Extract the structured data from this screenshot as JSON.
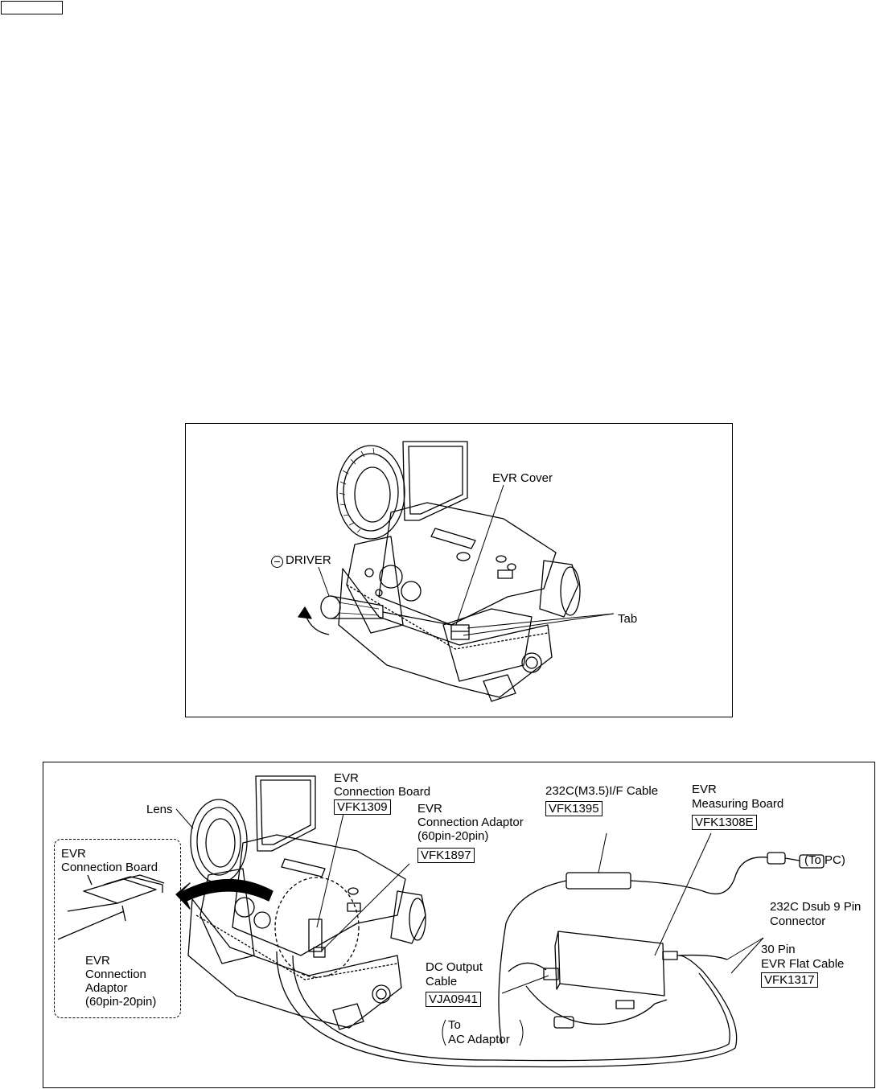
{
  "figure1": {
    "labels": {
      "evr_cover": "EVR Cover",
      "driver_symbol": "−",
      "driver": "DRIVER",
      "tab": "Tab"
    }
  },
  "figure2": {
    "labels": {
      "lens": "Lens",
      "conn_board_line1": "EVR",
      "conn_board_line2": "Connection Board",
      "conn_board_part": "VFK1309",
      "conn_adaptor_line1": "EVR",
      "conn_adaptor_line2": "Connection Adaptor",
      "conn_adaptor_line3": "(60pin-20pin)",
      "conn_adaptor_part": "VFK1897",
      "inset_board_line1": "EVR",
      "inset_board_line2": "Connection Board",
      "inset_adaptor_line1": "EVR",
      "inset_adaptor_line2": "Connection",
      "inset_adaptor_line3": "Adaptor",
      "inset_adaptor_line4": "(60pin-20pin)",
      "if_cable": "232C(M3.5)I/F Cable",
      "if_cable_part": "VFK1395",
      "measuring_line1": "EVR",
      "measuring_line2": "Measuring Board",
      "measuring_part": "VFK1308E",
      "to_pc": "(To PC)",
      "dsub_line1": "232C Dsub 9 Pin",
      "dsub_line2": "Connector",
      "flat_line1": "30 Pin",
      "flat_line2": "EVR Flat Cable",
      "flat_part": "VFK1317",
      "dc_line1": "DC Output",
      "dc_line2": "Cable",
      "dc_part": "VJA0941",
      "ac_line1": "To",
      "ac_line2": "AC Adaptor"
    }
  }
}
